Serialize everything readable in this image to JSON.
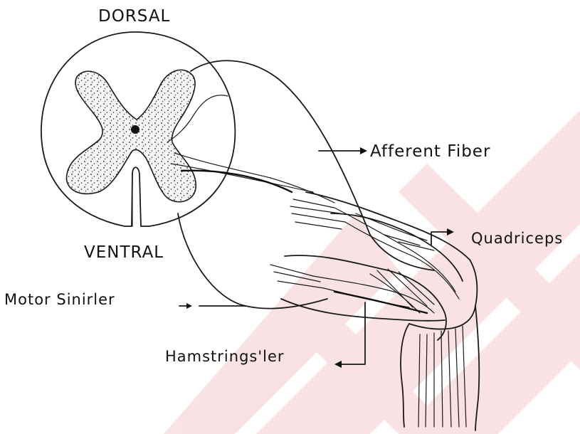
{
  "labels": {
    "dorsal": "DORSAL",
    "ventral": "VENTRAL",
    "afferent": "Afferent Fiber",
    "quadriceps": "Quadriceps",
    "motor": "Motor  Sinirler",
    "hamstrings": "Hamstrings'ler"
  },
  "colors": {
    "ink": "#1a1a1a",
    "watermark": "#f4cccf",
    "gray_matter": "#f2f2f2"
  },
  "icons": {
    "watermark": "diagonal-stripes-watermark"
  }
}
